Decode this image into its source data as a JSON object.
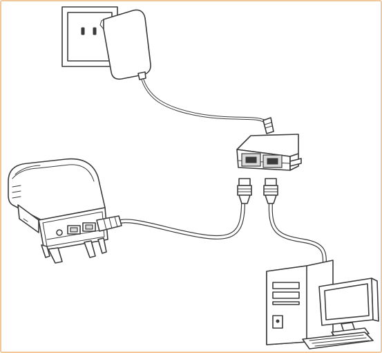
{
  "diagram": {
    "components": [
      {
        "id": "wall-outlet",
        "icon": "wall-outlet-icon"
      },
      {
        "id": "power-adapter",
        "icon": "power-adapter-icon"
      },
      {
        "id": "poe-injector",
        "icon": "poe-injector-icon"
      },
      {
        "id": "outdoor-unit",
        "icon": "outdoor-access-point-icon"
      },
      {
        "id": "computer",
        "icon": "desktop-computer-icon"
      }
    ],
    "connections": [
      {
        "from": "power-adapter",
        "to": "poe-injector"
      },
      {
        "from": "poe-injector",
        "to": "outdoor-unit"
      },
      {
        "from": "poe-injector",
        "to": "computer"
      }
    ],
    "colors": {
      "frame": "#f2c89a",
      "line": "#3a3a3a",
      "fill": "#ffffff"
    }
  }
}
